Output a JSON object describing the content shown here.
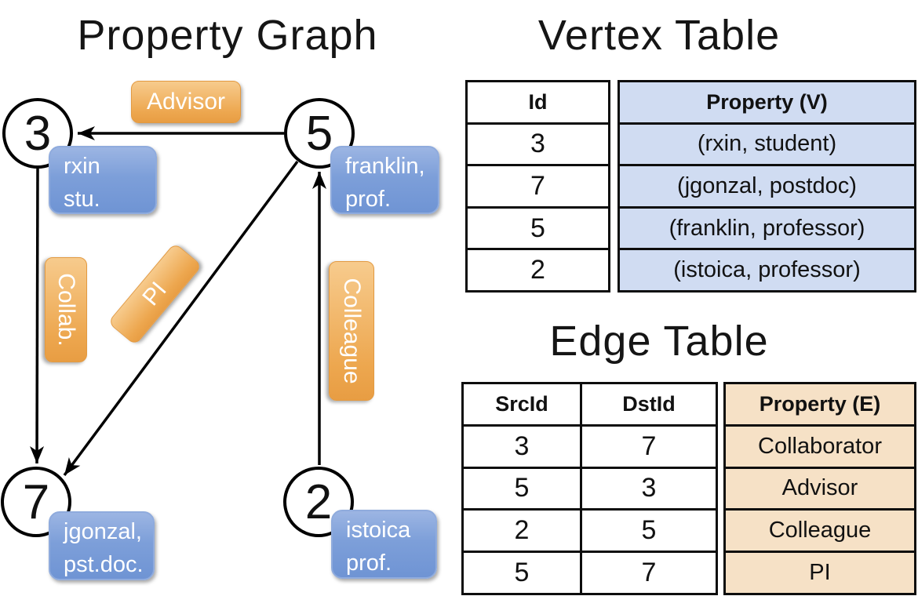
{
  "graph": {
    "title": "Property Graph",
    "nodes": [
      {
        "id": "3",
        "property_lines": [
          "rxin",
          "stu."
        ]
      },
      {
        "id": "5",
        "property_lines": [
          "franklin,",
          "prof."
        ]
      },
      {
        "id": "7",
        "property_lines": [
          "jgonzal,",
          "pst.doc."
        ]
      },
      {
        "id": "2",
        "property_lines": [
          "istoica",
          "prof."
        ]
      }
    ],
    "edge_labels": [
      {
        "label": "Advisor"
      },
      {
        "label": "Collab."
      },
      {
        "label": "PI"
      },
      {
        "label": "Colleague"
      }
    ]
  },
  "vertex_table": {
    "title": "Vertex Table",
    "headers": {
      "id": "Id",
      "property": "Property (V)"
    },
    "rows": [
      {
        "id": "3",
        "property": "(rxin, student)"
      },
      {
        "id": "7",
        "property": "(jgonzal, postdoc)"
      },
      {
        "id": "5",
        "property": "(franklin, professor)"
      },
      {
        "id": "2",
        "property": "(istoica, professor)"
      }
    ]
  },
  "edge_table": {
    "title": "Edge Table",
    "headers": {
      "src": "SrcId",
      "dst": "DstId",
      "property": "Property (E)"
    },
    "rows": [
      {
        "src": "3",
        "dst": "7",
        "property": "Collaborator"
      },
      {
        "src": "5",
        "dst": "3",
        "property": "Advisor"
      },
      {
        "src": "2",
        "dst": "5",
        "property": "Colleague"
      },
      {
        "src": "5",
        "dst": "7",
        "property": "PI"
      }
    ]
  },
  "colors": {
    "edge_label_fill_top": "#f7cb8d",
    "edge_label_fill_bottom": "#e89d43",
    "node_property_fill_top": "#9cb5e3",
    "node_property_fill_bottom": "#6f94d4",
    "vertex_property_column_bg": "#d0dcf2",
    "edge_property_column_bg": "#f6e1c6",
    "line_color": "#000000"
  }
}
